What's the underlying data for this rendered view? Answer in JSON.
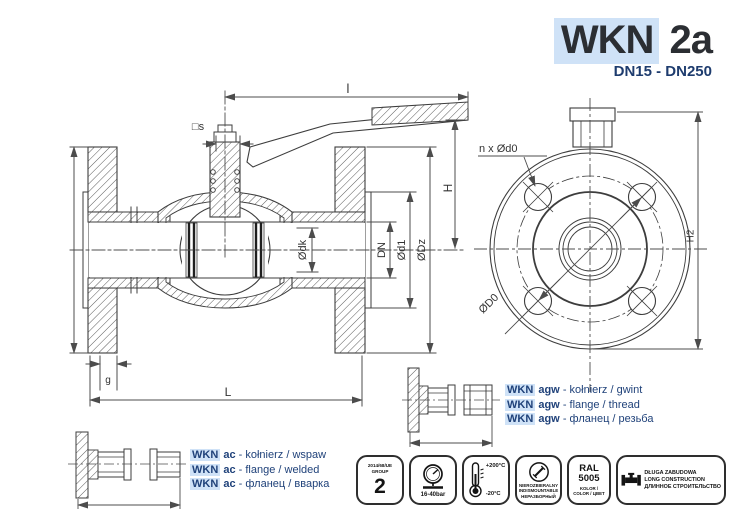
{
  "title": {
    "model": "WKN",
    "variant": "2a",
    "size_range": "DN15 - DN250"
  },
  "dims": {
    "l": "l",
    "s": "□s",
    "H": "H",
    "DN": "DN",
    "d1": "Ød1",
    "Dz": "ØDz",
    "dk": "Ødk",
    "g": "g",
    "L": "L",
    "n_d0": "n x Ød0",
    "D0": "ØD0",
    "H2": "H2"
  },
  "variant_ac": {
    "lines": [
      {
        "model": "WKN",
        "code": "ac",
        "desc": "- kołnierz / wspaw"
      },
      {
        "model": "WKN",
        "code": "ac",
        "desc": "- flange / welded"
      },
      {
        "model": "WKN",
        "code": "ac",
        "desc": "- фланец / вварка"
      }
    ]
  },
  "variant_agw": {
    "lines": [
      {
        "model": "WKN",
        "code": "agw",
        "desc": "- kołnierz / gwint"
      },
      {
        "model": "WKN",
        "code": "agw",
        "desc": "- flange / thread"
      },
      {
        "model": "WKN",
        "code": "agw",
        "desc": "- фланец / резьба"
      }
    ]
  },
  "badges": {
    "ped": {
      "directive": "2014/68/UE",
      "group_label": "GROUP",
      "group_number": "2"
    },
    "pressure": {
      "range": "16-40bar"
    },
    "temperature": {
      "max": "+200°C",
      "min": "-20°C"
    },
    "nondismountable": {
      "line1": "NIEROZBIERALNY",
      "line2": "INDISMOUNTABLE",
      "line3": "НЕРАЗБОРНЫЙ"
    },
    "color": {
      "system": "RAL",
      "code": "5005",
      "label1": "KOLOR /",
      "label2": "COLOR / ЦВЕТ"
    },
    "construction": {
      "line1": "DŁUGA ZABUDOWA",
      "line2": "LONG CONSTRUCTION",
      "line3": "ДЛИННОЕ СТРОИТЕЛЬСТВО"
    }
  },
  "colors": {
    "accent_highlight": "#cfe2f7",
    "navy": "#1e3c6e",
    "ink": "#2b2e33",
    "line": "#3d3d3d"
  }
}
